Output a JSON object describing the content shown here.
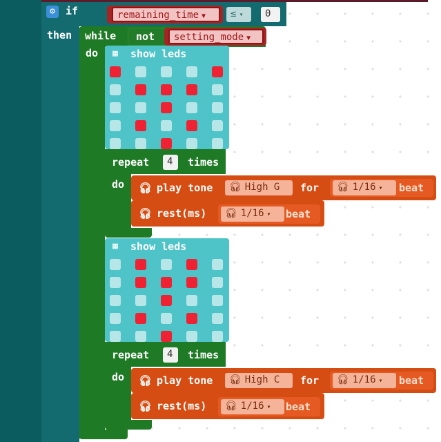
{
  "if_block": {
    "keyword": "if",
    "then": "then",
    "var": "remaining_time",
    "op": "≤",
    "value": "0"
  },
  "while_block": {
    "keyword": "while",
    "not": "not",
    "var": "setting_mode",
    "do": "do"
  },
  "show_leds_1": {
    "label": "show leds",
    "matrix": [
      [
        1,
        0,
        0,
        0,
        1
      ],
      [
        0,
        1,
        1,
        1,
        0
      ],
      [
        0,
        0,
        1,
        0,
        0
      ],
      [
        0,
        1,
        0,
        1,
        0
      ],
      [
        0,
        0,
        1,
        0,
        0
      ]
    ]
  },
  "repeat_1": {
    "keyword": "repeat",
    "count": "4",
    "times": "times",
    "do": "do"
  },
  "tone_1": {
    "label": "play tone",
    "note": "High G",
    "for": "for",
    "duration": "1/16",
    "beat": "beat"
  },
  "rest_1": {
    "label": "rest(ms)",
    "duration": "1/16",
    "beat": "beat"
  },
  "show_leds_2": {
    "label": "show leds",
    "matrix": [
      [
        0,
        1,
        0,
        1,
        0
      ],
      [
        0,
        1,
        1,
        1,
        0
      ],
      [
        0,
        0,
        1,
        0,
        0
      ],
      [
        0,
        1,
        0,
        1,
        0
      ],
      [
        0,
        0,
        1,
        0,
        0
      ]
    ]
  },
  "repeat_2": {
    "keyword": "repeat",
    "count": "4",
    "times": "times",
    "do": "do"
  },
  "tone_2": {
    "label": "play tone",
    "note": "High C",
    "for": "for",
    "duration": "1/16",
    "beat": "beat"
  },
  "rest_2": {
    "label": "rest(ms)",
    "duration": "1/16",
    "beat": "beat"
  },
  "icons": {
    "gear": "gear-icon",
    "grid": "grid-icon",
    "headphones": "headphones-icon",
    "dropdown": "chevron-down-icon"
  },
  "colors": {
    "logic": "#136a6f",
    "loop": "#1e7a25",
    "basic": "#4ec3c8",
    "music": "#d64d14",
    "variable": "#a52525"
  }
}
